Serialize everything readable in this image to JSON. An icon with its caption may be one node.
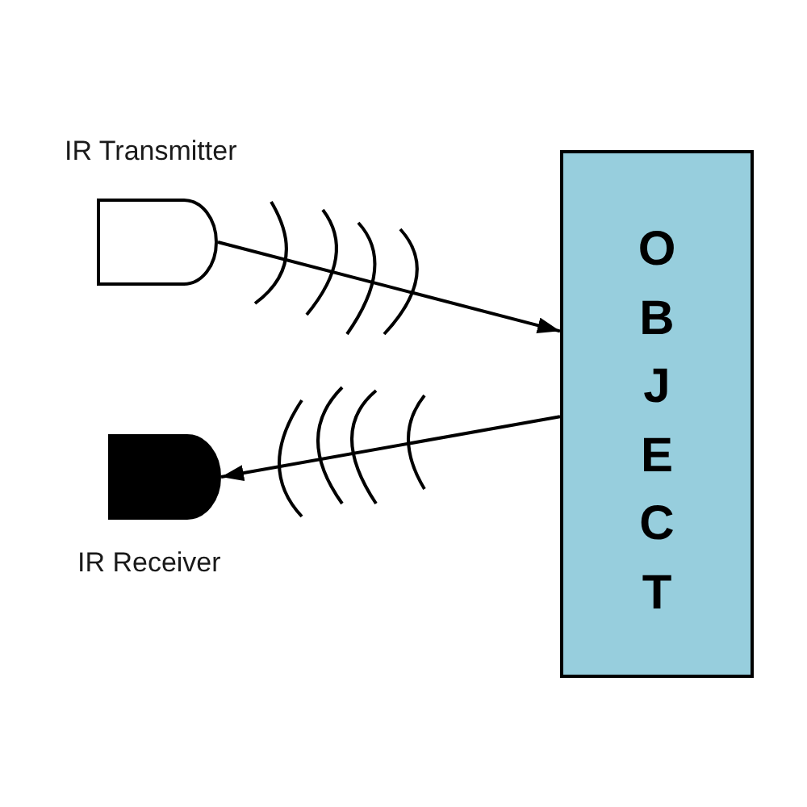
{
  "diagram": {
    "nodes": [
      {
        "text": [
          "IR Transmitter"
        ]
      },
      {
        "text": [
          "OBJECT"
        ]
      },
      {
        "text": [
          "IR Receiver"
        ]
      }
    ],
    "edges": [
      {
        "from": 0,
        "to": 1,
        "arrow": "to"
      },
      {
        "from": 1,
        "to": 2,
        "arrow": "to"
      }
    ]
  }
}
